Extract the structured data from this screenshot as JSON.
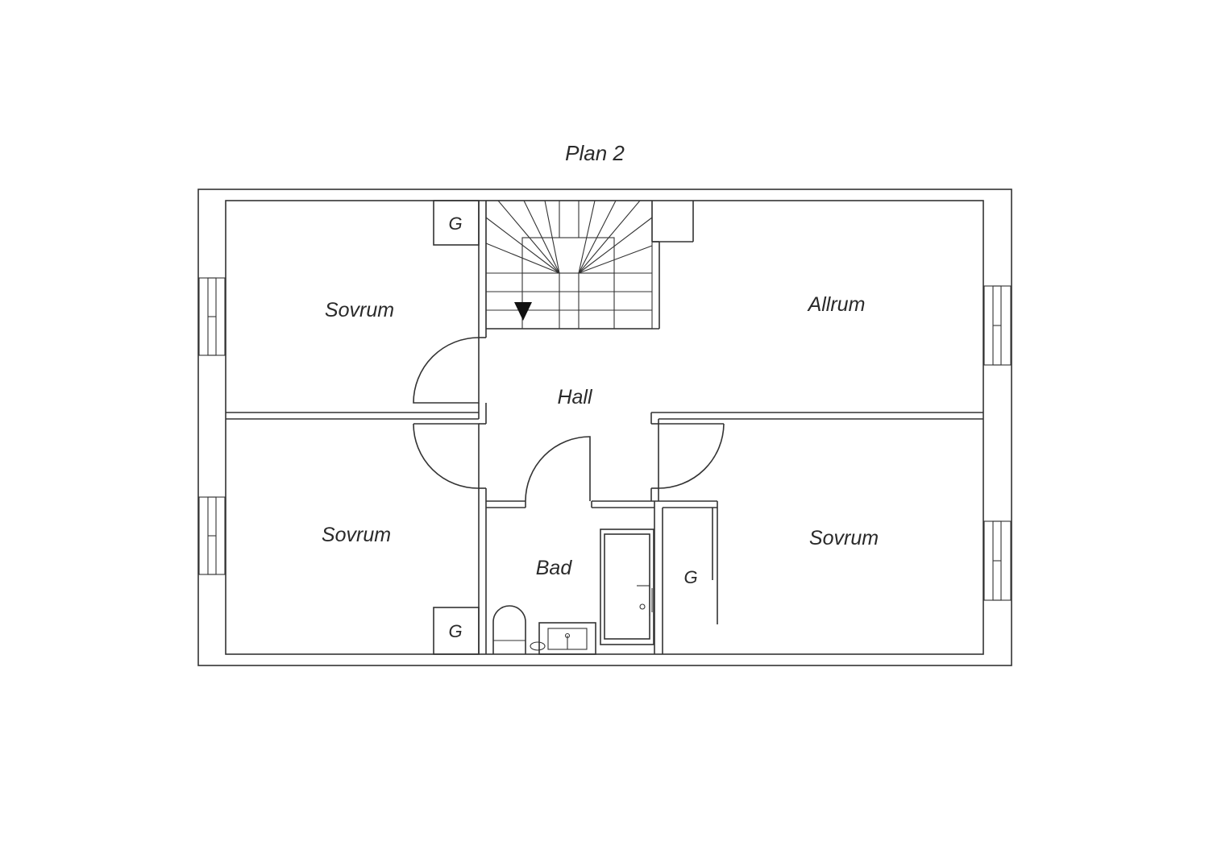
{
  "plan": {
    "title": "Plan 2"
  },
  "rooms": {
    "bedroom_top_left": "Sovrum",
    "bedroom_bottom_left": "Sovrum",
    "bedroom_bottom_right": "Sovrum",
    "living_room": "Allrum",
    "hall": "Hall",
    "bathroom": "Bad"
  },
  "closets": {
    "closet_top_left": "G",
    "closet_bottom_left": "G",
    "closet_right": "G"
  },
  "icons": {
    "stair_direction": "down-arrow-icon"
  }
}
